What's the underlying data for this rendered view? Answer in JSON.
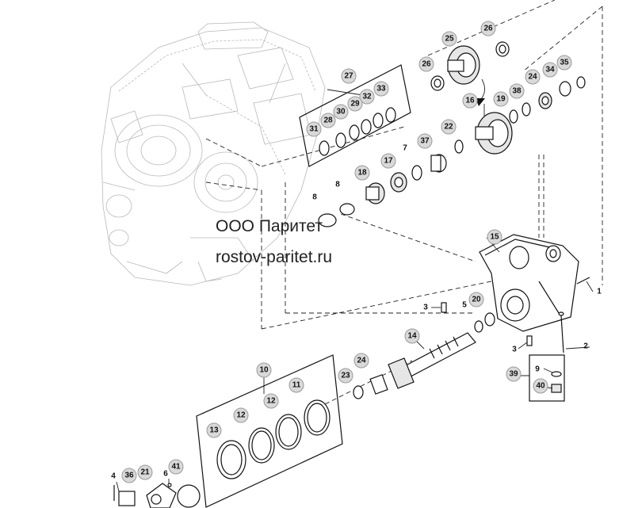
{
  "watermark": {
    "line1": "ООО Паритет",
    "line2": "rostov-paritet.ru"
  },
  "callouts": [
    {
      "id": "c26a",
      "label": "26"
    },
    {
      "id": "c25",
      "label": "25"
    },
    {
      "id": "c26b",
      "label": "26"
    },
    {
      "id": "c27",
      "label": "27"
    },
    {
      "id": "c33",
      "label": "33"
    },
    {
      "id": "c32",
      "label": "32"
    },
    {
      "id": "c29",
      "label": "29"
    },
    {
      "id": "c30",
      "label": "30"
    },
    {
      "id": "c28",
      "label": "28"
    },
    {
      "id": "c31",
      "label": "31"
    },
    {
      "id": "c16",
      "label": "16"
    },
    {
      "id": "c19",
      "label": "19"
    },
    {
      "id": "c38",
      "label": "38"
    },
    {
      "id": "c24a",
      "label": "24"
    },
    {
      "id": "c34",
      "label": "34"
    },
    {
      "id": "c35",
      "label": "35"
    },
    {
      "id": "c22",
      "label": "22"
    },
    {
      "id": "c37",
      "label": "37"
    },
    {
      "id": "c17",
      "label": "17"
    },
    {
      "id": "c18",
      "label": "18"
    },
    {
      "id": "c15",
      "label": "15"
    },
    {
      "id": "c20",
      "label": "20"
    },
    {
      "id": "c14",
      "label": "14"
    },
    {
      "id": "c24b",
      "label": "24"
    },
    {
      "id": "c23",
      "label": "23"
    },
    {
      "id": "c39",
      "label": "39"
    },
    {
      "id": "c40",
      "label": "40"
    },
    {
      "id": "c10",
      "label": "10"
    },
    {
      "id": "c11",
      "label": "11"
    },
    {
      "id": "c12a",
      "label": "12"
    },
    {
      "id": "c12b",
      "label": "12"
    },
    {
      "id": "c13",
      "label": "13"
    },
    {
      "id": "c36",
      "label": "36"
    },
    {
      "id": "c21",
      "label": "21"
    },
    {
      "id": "c41",
      "label": "41"
    }
  ],
  "plain_labels": [
    {
      "id": "p7",
      "label": "7"
    },
    {
      "id": "p8a",
      "label": "8"
    },
    {
      "id": "p8b",
      "label": "8"
    },
    {
      "id": "p1",
      "label": "1"
    },
    {
      "id": "p3a",
      "label": "3"
    },
    {
      "id": "p5",
      "label": "5"
    },
    {
      "id": "p3b",
      "label": "3"
    },
    {
      "id": "p2",
      "label": "2"
    },
    {
      "id": "p9",
      "label": "9"
    },
    {
      "id": "p4",
      "label": "4"
    },
    {
      "id": "p6",
      "label": "6"
    }
  ]
}
